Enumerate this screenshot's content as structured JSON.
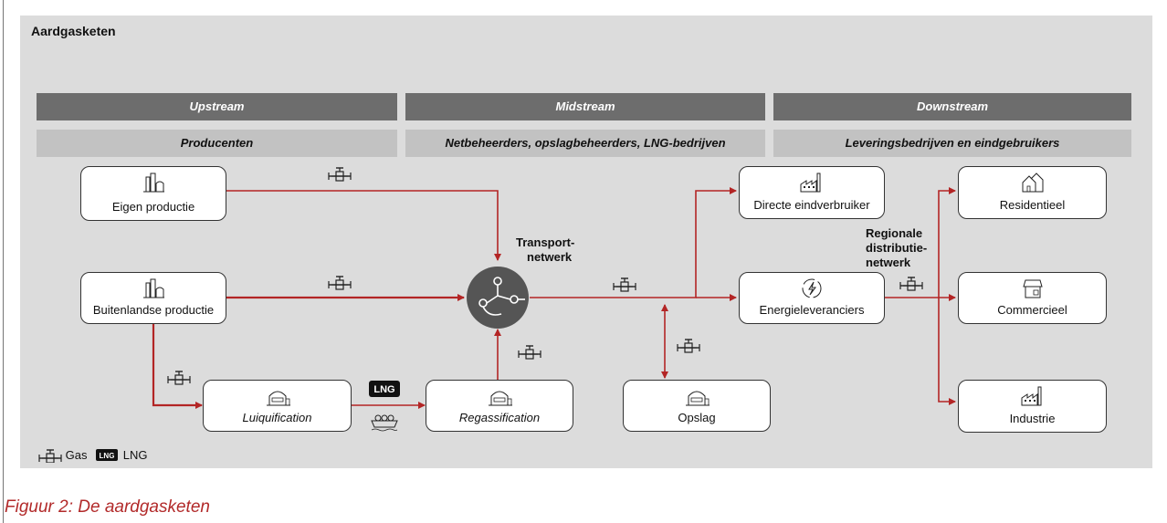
{
  "figure": {
    "title": "Aardgasketen",
    "caption": "Figuur 2: De aardgasketen"
  },
  "columns": [
    {
      "stage": "Upstream",
      "actors": "Producenten"
    },
    {
      "stage": "Midstream",
      "actors": "Netbeheerders, opslagbeheerders, LNG-bedrijven"
    },
    {
      "stage": "Downstream",
      "actors": "Leveringsbedrijven en eindgebruikers"
    }
  ],
  "nodes": {
    "eigen_productie": "Eigen productie",
    "buitenlandse_productie": "Buitenlandse productie",
    "luiquification": "Luiquification",
    "regassification": "Regassification",
    "opslag": "Opslag",
    "directe_eindverbruiker": "Directe eindverbruiker",
    "energieleveranciers": "Energieleveranciers",
    "residentieel": "Residentieel",
    "commercieel": "Commercieel",
    "industrie": "Industrie"
  },
  "labels": {
    "transport": [
      "Transport-",
      "netwerk"
    ],
    "regionaal": [
      "Regionale",
      "distributie-",
      "netwerk"
    ],
    "lng_tag": "LNG"
  },
  "legend": {
    "gas": "Gas",
    "lng": "LNG"
  },
  "colors": {
    "flow": "#b32525",
    "panel": "#dcdcdc",
    "header_dark": "#6d6d6d",
    "header_light": "#c2c2c2",
    "hub": "#555555",
    "caption": "#b22a2a"
  },
  "icons": {
    "gas": "gas-valve-icon",
    "lng": "lng-badge-icon",
    "ship": "tanker-ship-icon",
    "hub": "transport-network-icon",
    "factory": "factory-icon",
    "refinery": "refinery-icon",
    "tank": "lng-tank-icon",
    "supplier": "energy-supplier-icon",
    "house": "houses-icon",
    "shop": "shop-icon"
  }
}
